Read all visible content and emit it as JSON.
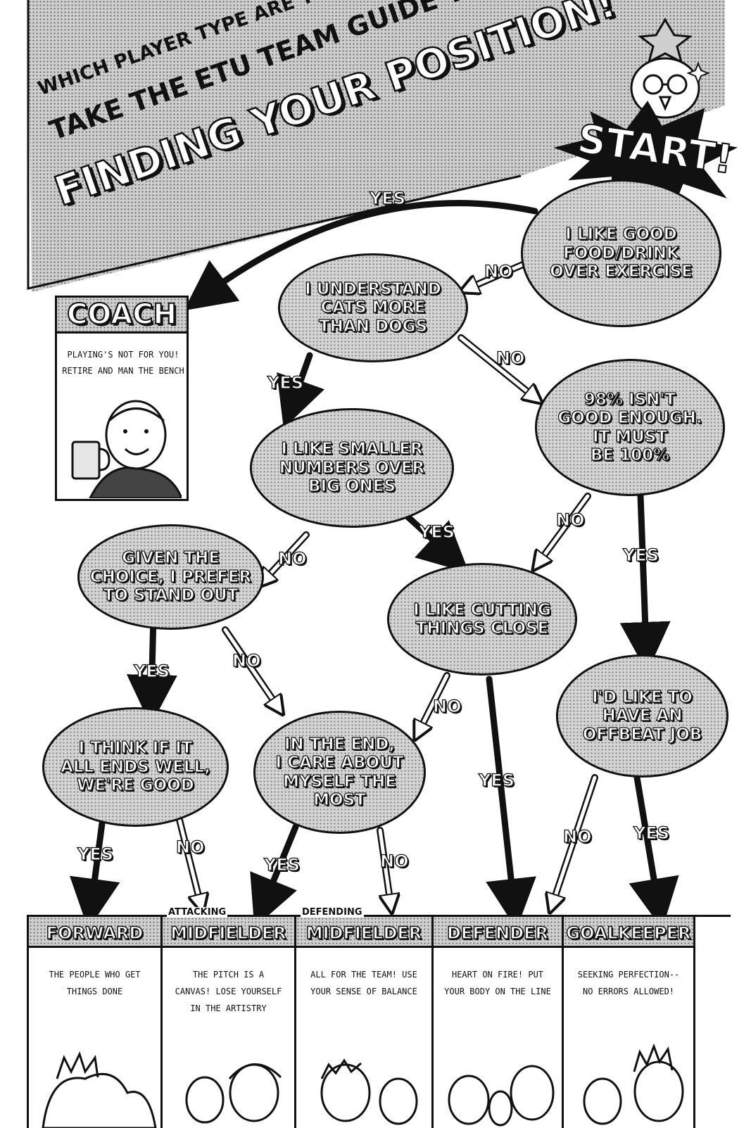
{
  "header": {
    "line1": "WHICH PLAYER TYPE ARE YOU?",
    "line2": "TAKE THE ETU TEAM GUIDE TO",
    "line3": "FINDING YOUR POSITION!"
  },
  "start_label": "START!",
  "questions": {
    "q_food": "I LIKE GOOD\nFOOD/DRINK\nOVER EXERCISE",
    "q_cats": "I UNDERSTAND\nCATS MORE\nTHAN DOGS",
    "q_perfect": "98% ISN'T\nGOOD ENOUGH.\nIT MUST\nBE 100%",
    "q_numbers": "I LIKE SMALLER\nNUMBERS OVER\nBIG ONES",
    "q_standout": "GIVEN THE\nCHOICE, I PREFER\nTO STAND OUT",
    "q_close": "I LIKE CUTTING\nTHINGS CLOSE",
    "q_offbeat": "I'D LIKE TO\nHAVE AN\nOFFBEAT JOB",
    "q_endswell": "I THINK IF IT\nALL ENDS WELL,\nWE'RE GOOD",
    "q_myself": "IN THE END,\nI CARE ABOUT\nMYSELF THE\nMOST"
  },
  "answers": {
    "yes": "YES",
    "no": "NO"
  },
  "coach": {
    "title": "COACH",
    "desc_line1": "PLAYING'S NOT FOR YOU!",
    "desc_line2": "RETIRE AND MAN THE BENCH"
  },
  "positions": [
    {
      "sub": "",
      "title": "FORWARD",
      "desc": "THE PEOPLE WHO GET\nTHINGS DONE"
    },
    {
      "sub": "ATTACKING",
      "title": "MIDFIELDER",
      "desc": "THE PITCH IS A\nCANVAS! LOSE YOURSELF\nIN THE ARTISTRY"
    },
    {
      "sub": "DEFENDING",
      "title": "MIDFIELDER",
      "desc": "ALL FOR THE TEAM! USE\nYOUR SENSE OF BALANCE"
    },
    {
      "sub": "",
      "title": "DEFENDER",
      "desc": "HEART ON FIRE! PUT\nYOUR BODY ON THE LINE"
    },
    {
      "sub": "",
      "title": "GOALKEEPER",
      "desc": "SEEKING PERFECTION--\nNO ERRORS ALLOWED!"
    }
  ],
  "colors": {
    "ink": "#111111",
    "screen": "#cfcfcf",
    "paper": "#ffffff"
  }
}
